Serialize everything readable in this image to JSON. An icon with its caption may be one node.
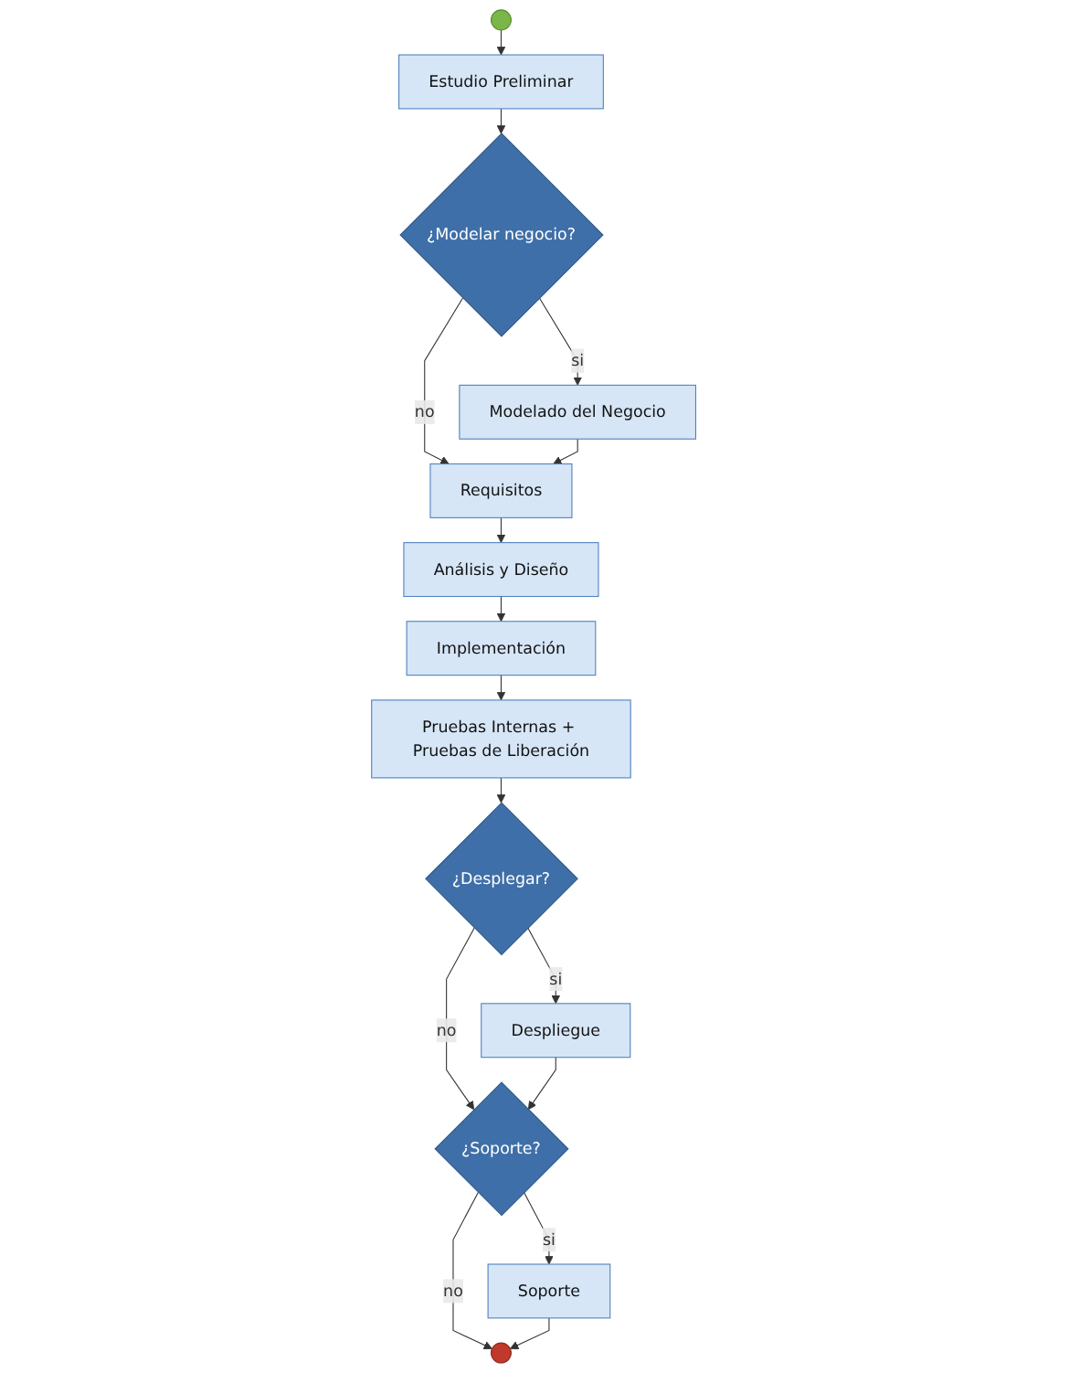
{
  "diagram": {
    "nodes": [
      {
        "text": [],
        "shape": "circle"
      },
      {
        "text": [
          "Estudio Preliminar"
        ]
      },
      {
        "text": [
          "¿Modelar negocio?"
        ]
      },
      {
        "text": [
          "Modelado del Negocio"
        ]
      },
      {
        "text": [
          "Requisitos"
        ]
      },
      {
        "text": [
          "Análisis y Diseño"
        ]
      },
      {
        "text": [
          "Implementación"
        ]
      },
      {
        "text": [
          "Pruebas Internas + Pruebas de Liberación"
        ]
      },
      {
        "text": [
          "¿Desplegar?"
        ]
      },
      {
        "text": [
          "Despliegue"
        ]
      },
      {
        "text": [
          "¿Soporte?"
        ]
      },
      {
        "text": [
          "Soporte"
        ]
      },
      {
        "text": [],
        "shape": "circle"
      }
    ],
    "edges": [
      {
        "from": 0,
        "to": 1,
        "arrow": "to"
      },
      {
        "from": 1,
        "to": 2,
        "arrow": "to"
      },
      {
        "from": 2,
        "to": 3,
        "label": "si",
        "arrow": "to"
      },
      {
        "from": 2,
        "to": 4,
        "label": "no",
        "arrow": "to"
      },
      {
        "from": 3,
        "to": 4,
        "arrow": "to"
      },
      {
        "from": 4,
        "to": 5,
        "arrow": "to"
      },
      {
        "from": 5,
        "to": 6,
        "arrow": "to"
      },
      {
        "from": 6,
        "to": 7,
        "arrow": "to"
      },
      {
        "from": 7,
        "to": 8,
        "arrow": "to"
      },
      {
        "from": 8,
        "to": 9,
        "label": "si",
        "arrow": "to"
      },
      {
        "from": 8,
        "to": 10,
        "label": "no",
        "arrow": "to"
      },
      {
        "from": 9,
        "to": 10,
        "arrow": "to"
      },
      {
        "from": 10,
        "to": 11,
        "label": "si",
        "arrow": "to"
      },
      {
        "from": 10,
        "to": 12,
        "label": "no",
        "arrow": "to"
      },
      {
        "from": 11,
        "to": 12,
        "arrow": "to"
      }
    ]
  }
}
